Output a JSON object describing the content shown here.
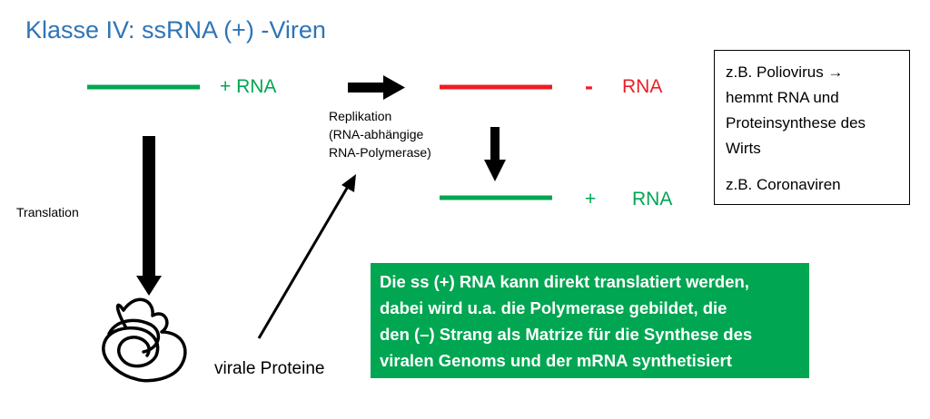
{
  "title": "Klasse IV: ssRNA (+) -Viren",
  "labels": {
    "plus_rna_top": "+ RNA",
    "minus_sign": "-",
    "minus_rna": "RNA",
    "plus_sign_bottom": "+",
    "plus_rna_bottom": "RNA",
    "replikation": [
      "Replikation",
      "(RNA-abhängige",
      "RNA-Polymerase)"
    ],
    "translation": "Translation",
    "virale_proteine": "virale Proteine"
  },
  "info_box": {
    "lines": [
      "z.B. Poliovirus →",
      "hemmt RNA und",
      "Proteinsynthese des",
      "Wirts"
    ],
    "example2": "z.B. Coronaviren"
  },
  "green_box": {
    "lines": [
      "Die ss (+) RNA kann direkt translatiert werden,",
      "dabei wird u.a. die Polymerase gebildet, die",
      "den (–) Strang als Matrize für die Synthese des",
      "viralen Genoms und der mRNA synthetisiert"
    ]
  },
  "colors": {
    "title": "#2E75B6",
    "green": "#00A651",
    "red": "#ED1C24",
    "box_green": "#00A651"
  }
}
